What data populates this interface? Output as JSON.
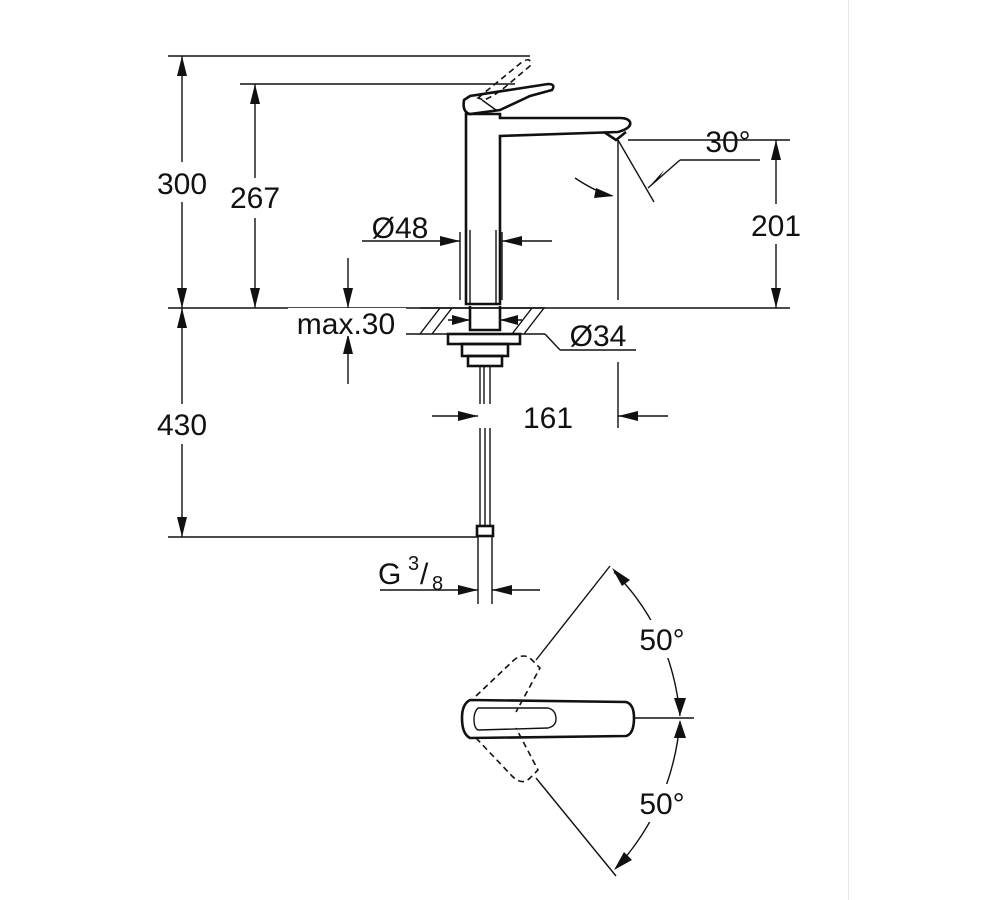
{
  "diagram": {
    "labels": {
      "total_height": "300",
      "lever_height": "267",
      "spout_height": "201",
      "body_diameter": "Ø48",
      "spout_angle": "30°",
      "deck_thickness": "max.30",
      "hole_diameter": "Ø34",
      "spout_reach": "161",
      "hose_length": "430",
      "connection_g": "G",
      "connection_num": "3",
      "connection_slash": "/",
      "connection_den": "8",
      "lever_angle_up": "50°",
      "lever_angle_down": "50°"
    },
    "colors": {
      "line": "#111111",
      "background": "#ffffff"
    }
  }
}
